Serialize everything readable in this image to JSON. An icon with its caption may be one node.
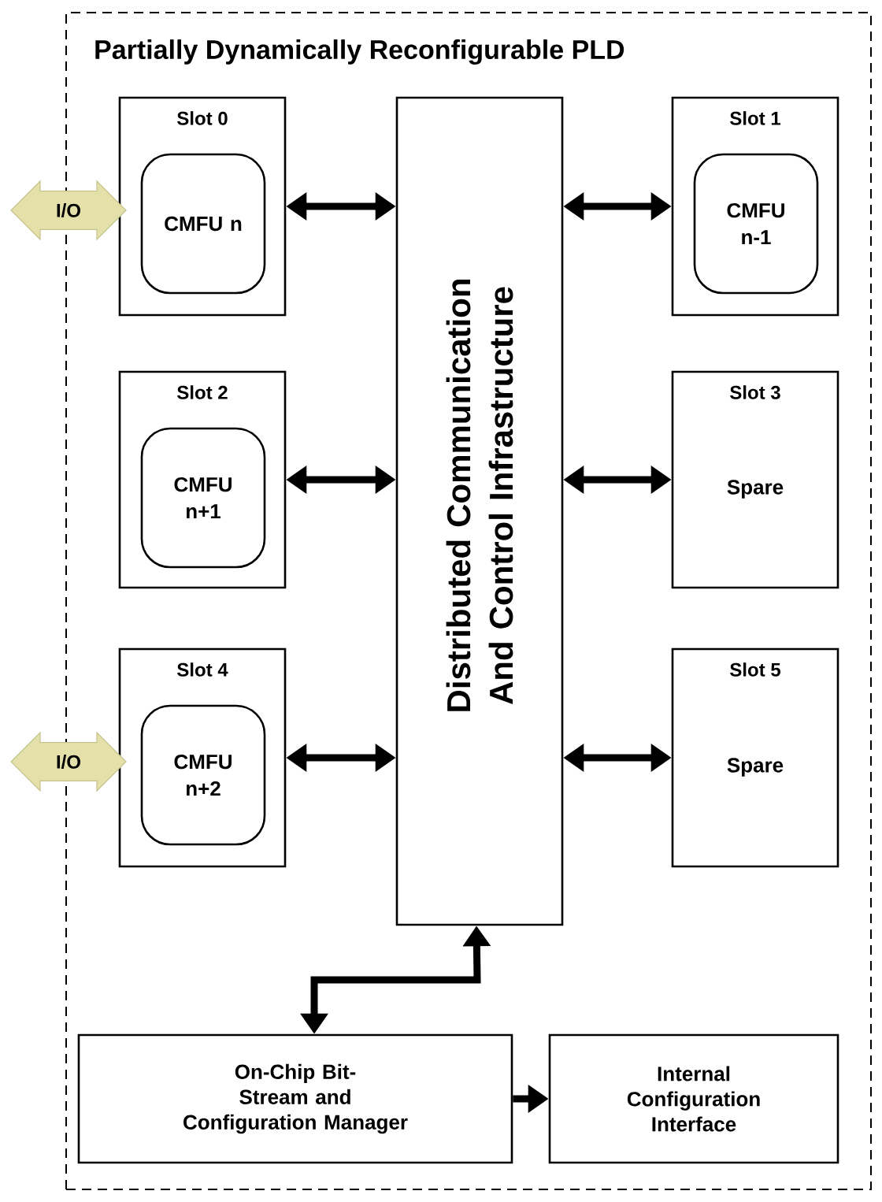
{
  "diagram": {
    "nodes": [
      {
        "text": [
          "Partially Dynamically Reconfigurable PLD"
        ]
      },
      {
        "text": [
          "Slot 0"
        ],
        "in": 0
      },
      {
        "text": [
          "CMFU n"
        ],
        "in": 1
      },
      {
        "text": [
          "Distributed Communication And Control Infrastructure"
        ],
        "in": 0
      },
      {
        "text": [
          "Slot 1"
        ],
        "in": 0
      },
      {
        "text": [
          "CMFU n-1"
        ],
        "in": 4
      },
      {
        "text": [
          "Slot 2"
        ],
        "in": 0
      },
      {
        "text": [
          "CMFU n+1"
        ],
        "in": 6
      },
      {
        "text": [
          "Slot 3",
          "Spare"
        ],
        "in": 0
      },
      {
        "text": [
          "Slot 4"
        ],
        "in": 0
      },
      {
        "text": [
          "CMFU n+2"
        ],
        "in": 9
      },
      {
        "text": [
          "Slot 5",
          "Spare"
        ],
        "in": 0
      },
      {
        "text": [
          "I/O"
        ]
      },
      {
        "text": [
          "I/O"
        ]
      },
      {
        "text": [
          "On-Chip Bit-Stream and Configuration Manager"
        ],
        "in": 0
      },
      {
        "text": [
          "Internal Configuration Interface"
        ],
        "in": 0
      }
    ],
    "edges": [
      {
        "from": 1,
        "to": 3,
        "arrow": "both"
      },
      {
        "from": 3,
        "to": 4,
        "arrow": "both"
      },
      {
        "from": 6,
        "to": 3,
        "arrow": "both"
      },
      {
        "from": 3,
        "to": 8,
        "arrow": "both"
      },
      {
        "from": 9,
        "to": 3,
        "arrow": "both"
      },
      {
        "from": 3,
        "to": 11,
        "arrow": "both"
      },
      {
        "from": 3,
        "to": 14,
        "arrow": "both"
      },
      {
        "from": 14,
        "to": 15,
        "arrow": "to"
      }
    ]
  }
}
